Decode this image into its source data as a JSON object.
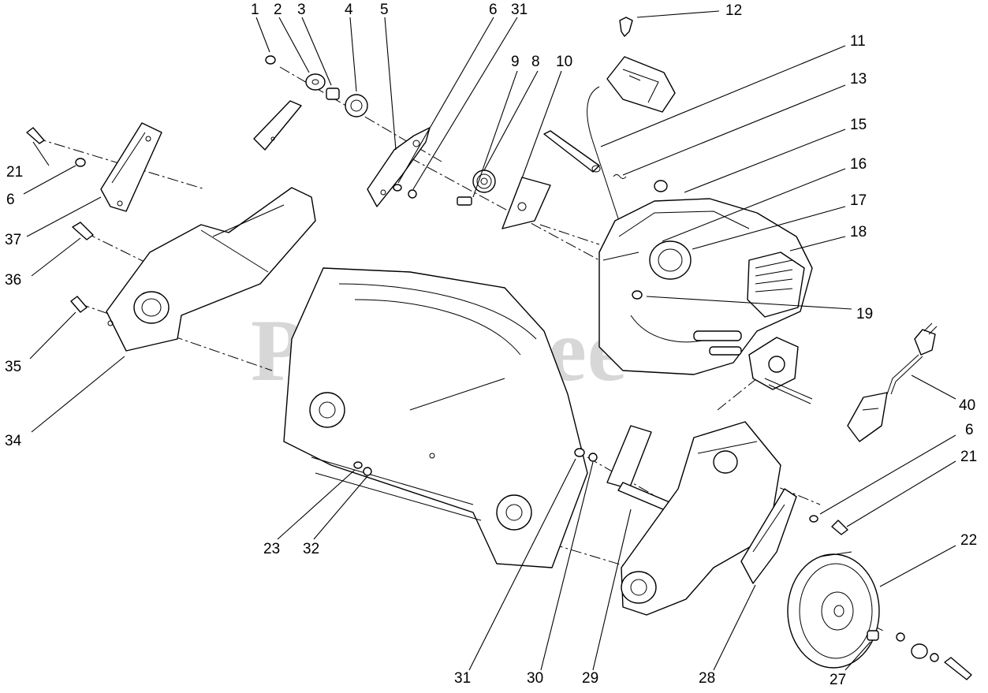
{
  "watermark": {
    "text": "PartsTree",
    "trademark": "™"
  },
  "callouts": [
    "1",
    "2",
    "3",
    "4",
    "5",
    "6",
    "31",
    "9",
    "8",
    "10",
    "12",
    "11",
    "13",
    "15",
    "16",
    "17",
    "18",
    "19",
    "21",
    "6",
    "37",
    "36",
    "35",
    "34",
    "40",
    "6",
    "21",
    "22",
    "23",
    "32",
    "31",
    "30",
    "29",
    "28",
    "27"
  ]
}
